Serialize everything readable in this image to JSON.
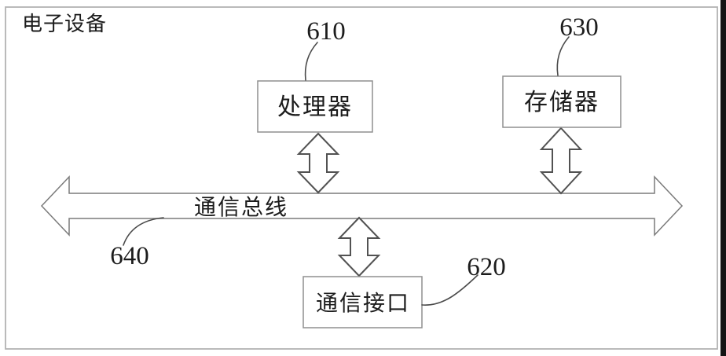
{
  "figure": {
    "device_label": "电子设备",
    "bus": {
      "label": "通信总线",
      "ref": "640"
    },
    "components": {
      "processor": {
        "label": "处理器",
        "ref": "610"
      },
      "memory": {
        "label": "存储器",
        "ref": "630"
      },
      "comm_interface": {
        "label": "通信接口",
        "ref": "620"
      }
    },
    "colors": {
      "background": "#ffffff",
      "frame_border": "#b3b3b3",
      "box_border": "#8f8f8f",
      "arrow_outline": "#525252",
      "leader_line": "#4a4a4a",
      "text": "#1c1c1c",
      "right_edge_strip": "#141414"
    }
  }
}
